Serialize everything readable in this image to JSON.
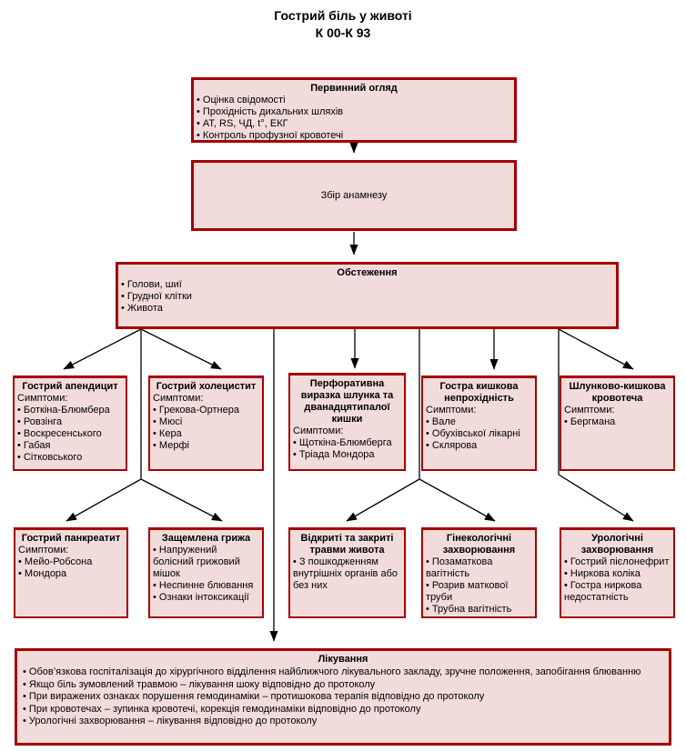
{
  "title": {
    "line1": "Гострий біль у животі",
    "line2": "К 00-К 93"
  },
  "colors": {
    "box_fill": "#f2dcdb",
    "box_border": "#a40000",
    "arrow": "#000000"
  },
  "flow": {
    "primary_exam": {
      "title": "Первинний огляд",
      "items": [
        "Оцінка свідомості",
        "Прохідність дихальних шляхів",
        "АТ, RS, ЧД, t°, ЕКГ",
        "Контроль профузної кровотечі"
      ]
    },
    "anamnesis": {
      "title": "Збір анамнезу"
    },
    "examination": {
      "title": "Обстеження",
      "items": [
        "Голови, шиї",
        "Грудної клітки",
        "Живота"
      ]
    },
    "row1": [
      {
        "title": "Гострий апендицит",
        "subtitle": "Симптоми:",
        "items": [
          "Боткіна-Блюмбера",
          "Ровзінга",
          "Воскресенського",
          "Габая",
          "Сітковського"
        ]
      },
      {
        "title": "Гострий холецистит",
        "subtitle": "Симптоми:",
        "items": [
          "Грекова-Ортнера",
          "Мюсі",
          "Кера",
          "Мерфі"
        ]
      },
      {
        "title": "Перфоративна виразка шлунка та дванадцятипалої кишки",
        "subtitle": "Симптоми:",
        "items": [
          "Щоткіна-Блюмберга",
          "Тріада Мондора"
        ]
      },
      {
        "title": "Гостра кишкова непрохідність",
        "subtitle": "Симптоми:",
        "items": [
          "Вале",
          "Обухівської лікарні",
          "Склярова"
        ]
      },
      {
        "title": "Шлунково-кишкова кровотеча",
        "subtitle": "Симптоми:",
        "items": [
          "Бергмана"
        ]
      }
    ],
    "row2": [
      {
        "title": "Гострий панкреатит",
        "subtitle": "Симптоми:",
        "items": [
          "Мейо-Робсона",
          "Мондора"
        ]
      },
      {
        "title": "Защемлена грижа",
        "subtitle": "",
        "items": [
          "Напружений болісний грижовий мішок",
          "Неспинне блювання",
          "Ознаки інтоксикації"
        ]
      },
      {
        "title": "Відкриті та закриті травми живота",
        "subtitle": "",
        "items": [
          "З пошкодженням внутрішніх органів або без них"
        ]
      },
      {
        "title": "Гінекологічні захворювання",
        "subtitle": "",
        "items": [
          "Позаматкова вагітність",
          "Розрив маткової труби",
          "Трубна вагітність"
        ]
      },
      {
        "title": "Урологічні захворювання",
        "subtitle": "",
        "items": [
          "Гострий пієлонефрит",
          "Ниркова коліка",
          "Гостра ниркова недостатність"
        ]
      }
    ],
    "treatment": {
      "title": "Лікування",
      "items": [
        "Обов’язкова госпіталізація до хірургічного відділення найближчого лікувального закладу, зручне положення, запобігання блюванню",
        "Якщо біль зумовлений травмою – лікування шоку відповідно до протоколу",
        "При виражених ознаках порушення гемодинаміки – протишокова терапія відповідно до протоколу",
        "При кровотечах – зупинка кровотечі, корекція гемодинаміки відповідно до протоколу",
        "Урологічні захворювання – лікування відповідно до протоколу"
      ]
    }
  }
}
